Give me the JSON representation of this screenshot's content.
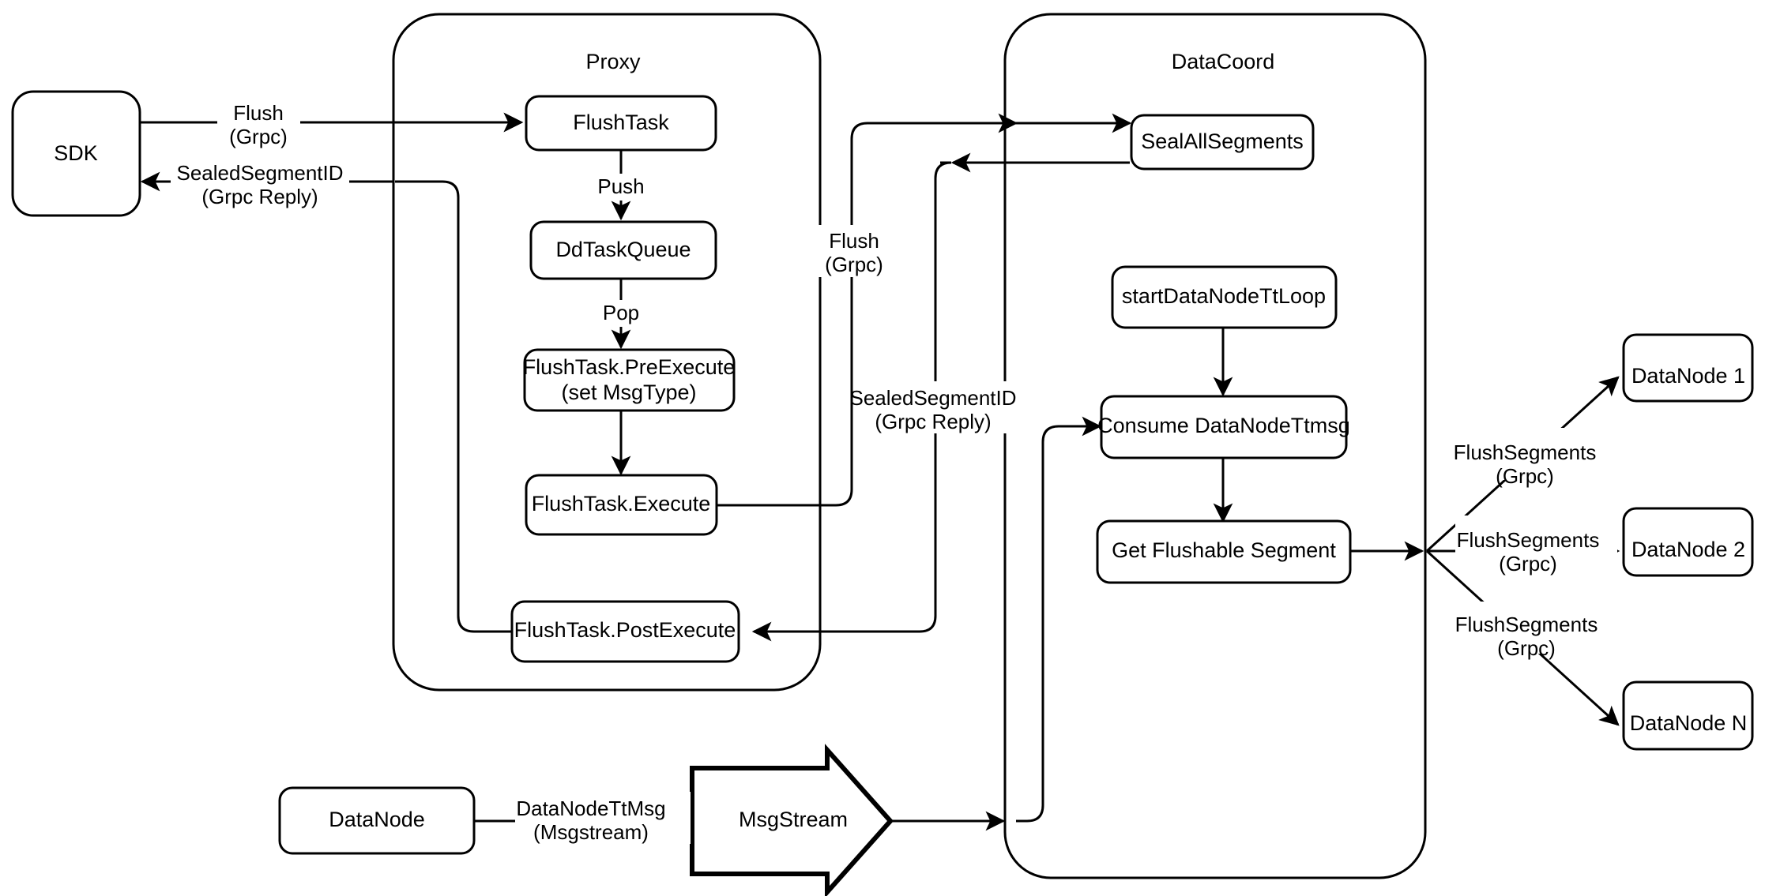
{
  "diagram": {
    "title": "Milvus Flush Flow",
    "background_color": "#ffffff",
    "stroke_color": "#000000"
  },
  "groups": {
    "proxy": {
      "label": "Proxy"
    },
    "datacoord": {
      "label": "DataCoord"
    }
  },
  "nodes": {
    "sdk": {
      "label": "SDK"
    },
    "flush_task": {
      "label": "FlushTask"
    },
    "dd_task_queue": {
      "label": "DdTaskQueue"
    },
    "pre_execute_line1": {
      "label": "FlushTask.PreExecute"
    },
    "pre_execute_line2": {
      "label": "(set MsgType)"
    },
    "execute": {
      "label": "FlushTask.Execute"
    },
    "post_execute": {
      "label": "FlushTask.PostExecute"
    },
    "seal_all_segments": {
      "label": "SealAllSegments"
    },
    "start_datanode_tt_loop": {
      "label": "startDataNodeTtLoop"
    },
    "consume_datanode_ttmsg": {
      "label": "Consume DataNodeTtmsg"
    },
    "get_flushable_segment": {
      "label": "Get Flushable Segment"
    },
    "datanode_source": {
      "label": "DataNode"
    },
    "msgstream": {
      "label": "MsgStream"
    },
    "datanode_1": {
      "label": "DataNode 1"
    },
    "datanode_2": {
      "label": "DataNode 2"
    },
    "datanode_n": {
      "label": "DataNode N"
    }
  },
  "edges": {
    "sdk_to_proxy_line1": {
      "label": "Flush"
    },
    "sdk_to_proxy_line2": {
      "label": "(Grpc)"
    },
    "proxy_to_sdk_line1": {
      "label": "SealedSegmentID"
    },
    "proxy_to_sdk_line2": {
      "label": "(Grpc Reply)"
    },
    "push": {
      "label": "Push"
    },
    "pop": {
      "label": "Pop"
    },
    "proxy_to_coord_line1": {
      "label": "Flush"
    },
    "proxy_to_coord_line2": {
      "label": "(Grpc)"
    },
    "coord_to_proxy_line1": {
      "label": "SealedSegmentID"
    },
    "coord_to_proxy_line2": {
      "label": "(Grpc Reply)"
    },
    "datanode_ttmsg_line1": {
      "label": "DataNodeTtMsg"
    },
    "datanode_ttmsg_line2": {
      "label": "(Msgstream)"
    },
    "flush_segments_1_line1": {
      "label": "FlushSegments"
    },
    "flush_segments_1_line2": {
      "label": "(Grpc)"
    },
    "flush_segments_2_line1": {
      "label": "FlushSegments"
    },
    "flush_segments_2_line2": {
      "label": "(Grpc)"
    },
    "flush_segments_n_line1": {
      "label": "FlushSegments"
    },
    "flush_segments_n_line2": {
      "label": "(Grpc)"
    }
  }
}
